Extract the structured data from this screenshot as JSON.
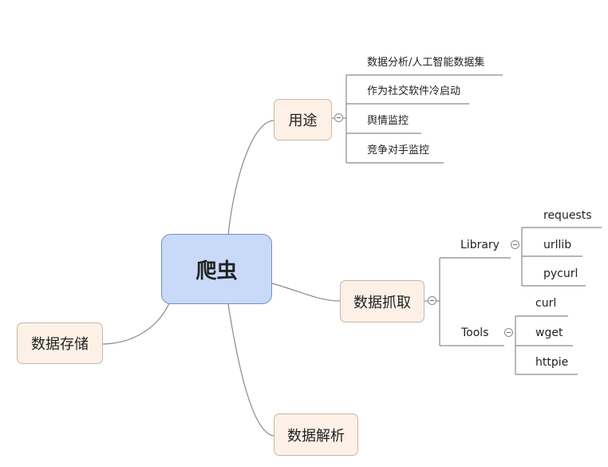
{
  "central": {
    "label": "爬虫"
  },
  "branches": {
    "yongtu": {
      "label": "用途",
      "items": [
        "数据分析/人工智能数据集",
        "作为社交软件冷启动",
        "舆情监控",
        "竞争对手监控"
      ]
    },
    "zhuaqu": {
      "label": "数据抓取",
      "library": {
        "label": "Library",
        "items": [
          "requests",
          "urllib",
          "pycurl"
        ]
      },
      "tools": {
        "label": "Tools",
        "items": [
          "curl",
          "wget",
          "httpie"
        ]
      }
    },
    "cunchu": {
      "label": "数据存储"
    },
    "jiexi": {
      "label": "数据解析"
    }
  },
  "colors": {
    "central_fill": "#c9daf8",
    "central_border": "#6f8fbf",
    "topic_fill": "#fdf0e6",
    "topic_border": "#c8b6a8",
    "line": "#8a8a8a"
  }
}
